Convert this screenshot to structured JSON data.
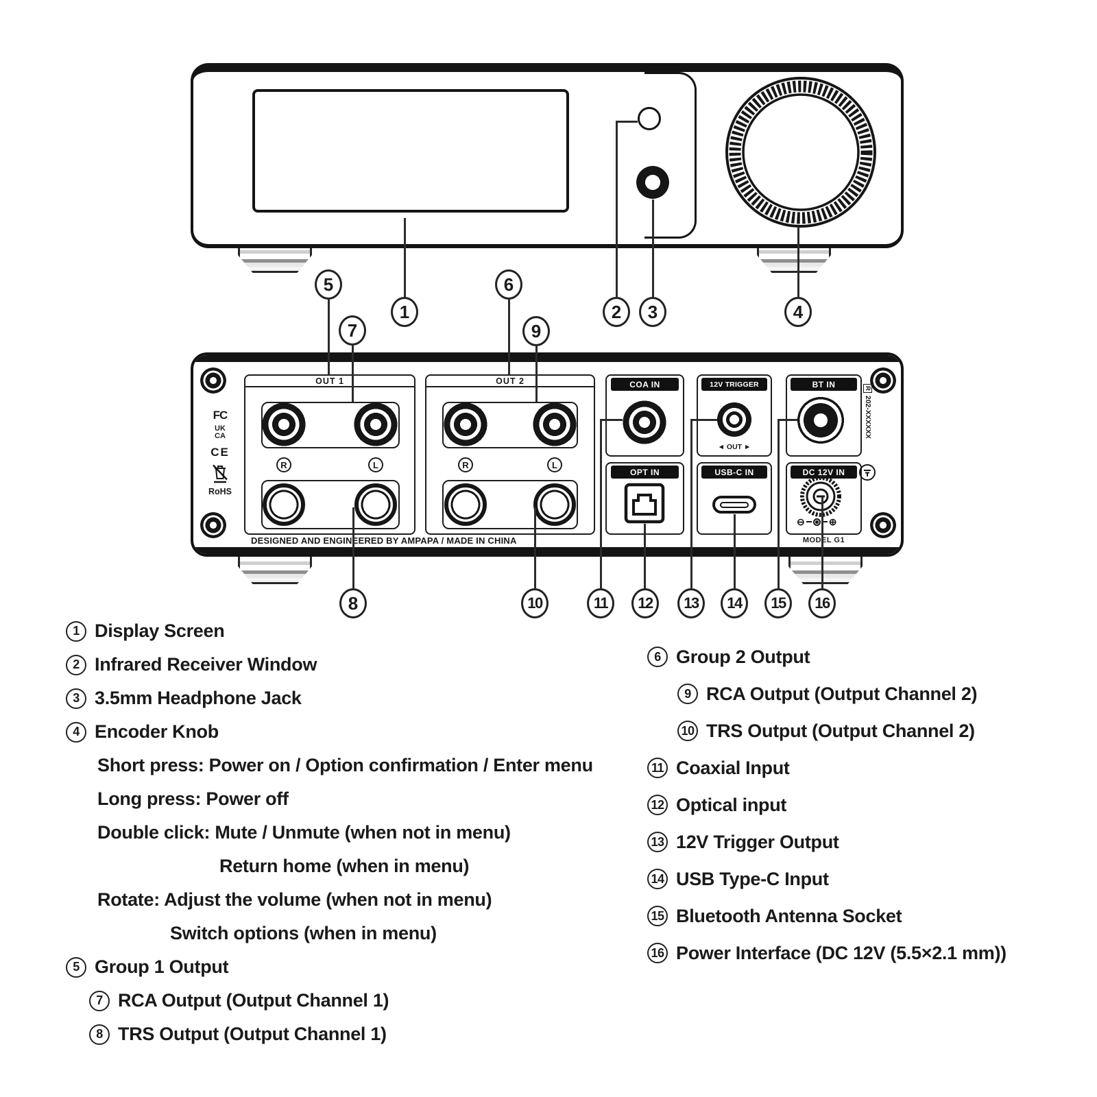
{
  "device": {
    "rear": {
      "out1_label": "OUT 1",
      "out2_label": "OUT 2",
      "coa_label": "COA IN",
      "trigger_label": "12V TRIGGER",
      "trigger_sub": "◄ OUT ►",
      "bt_label": "BT IN",
      "opt_label": "OPT IN",
      "usbc_label": "USB-C IN",
      "dc_label": "DC 12V IN",
      "model_label": "MODEL G1",
      "right_channel": "R",
      "left_channel": "L",
      "footer": "DESIGNED AND ENGINEERED BY AMPAPA / MADE IN CHINA",
      "cert_fcc": "FC",
      "cert_ukca_top": "UK",
      "cert_ukca_bottom": "CA",
      "cert_ce": "CE",
      "cert_rohs": "RoHS",
      "radio_r": "R",
      "radio_code": "202-XXXXXX",
      "dc_minus": "⊖",
      "dc_plus": "⊕"
    }
  },
  "callouts": {
    "c1": "1",
    "c2": "2",
    "c3": "3",
    "c4": "4",
    "c5": "5",
    "c6": "6",
    "c7": "7",
    "c8": "8",
    "c9": "9",
    "c10": "10",
    "c11": "11",
    "c12": "12",
    "c13": "13",
    "c14": "14",
    "c15": "15",
    "c16": "16"
  },
  "legend": {
    "left": [
      {
        "num": "1",
        "text": "Display Screen"
      },
      {
        "num": "2",
        "text": "Infrared Receiver Window"
      },
      {
        "num": "3",
        "text": "3.5mm Headphone Jack"
      },
      {
        "num": "4",
        "text": "Encoder Knob"
      },
      {
        "num": "",
        "text": "Short press: Power on / Option confirmation / Enter menu"
      },
      {
        "num": "",
        "text": "Long press: Power off"
      },
      {
        "num": "",
        "text": "Double click: Mute / Unmute (when not in menu)"
      },
      {
        "num": "",
        "text": "Return home (when in menu)"
      },
      {
        "num": "",
        "text": "Rotate: Adjust the volume (when not in menu)"
      },
      {
        "num": "",
        "text": "Switch options (when in menu)"
      },
      {
        "num": "5",
        "text": "Group 1 Output"
      },
      {
        "num": "7",
        "text": "RCA Output (Output Channel 1)"
      },
      {
        "num": "8",
        "text": "TRS Output (Output Channel 1)"
      }
    ],
    "right": [
      {
        "num": "6",
        "text": "Group 2 Output"
      },
      {
        "num": "9",
        "text": "RCA Output (Output Channel 2)"
      },
      {
        "num": "10",
        "text": "TRS Output (Output Channel 2)"
      },
      {
        "num": "11",
        "text": "Coaxial Input"
      },
      {
        "num": "12",
        "text": "Optical input"
      },
      {
        "num": "13",
        "text": "12V Trigger Output"
      },
      {
        "num": "14",
        "text": "USB Type-C Input"
      },
      {
        "num": "15",
        "text": "Bluetooth Antenna Socket"
      },
      {
        "num": "16",
        "text": "Power Interface (DC 12V (5.5×2.1 mm))"
      }
    ]
  },
  "colors": {
    "ink": "#1a1a1a",
    "background": "#ffffff"
  }
}
